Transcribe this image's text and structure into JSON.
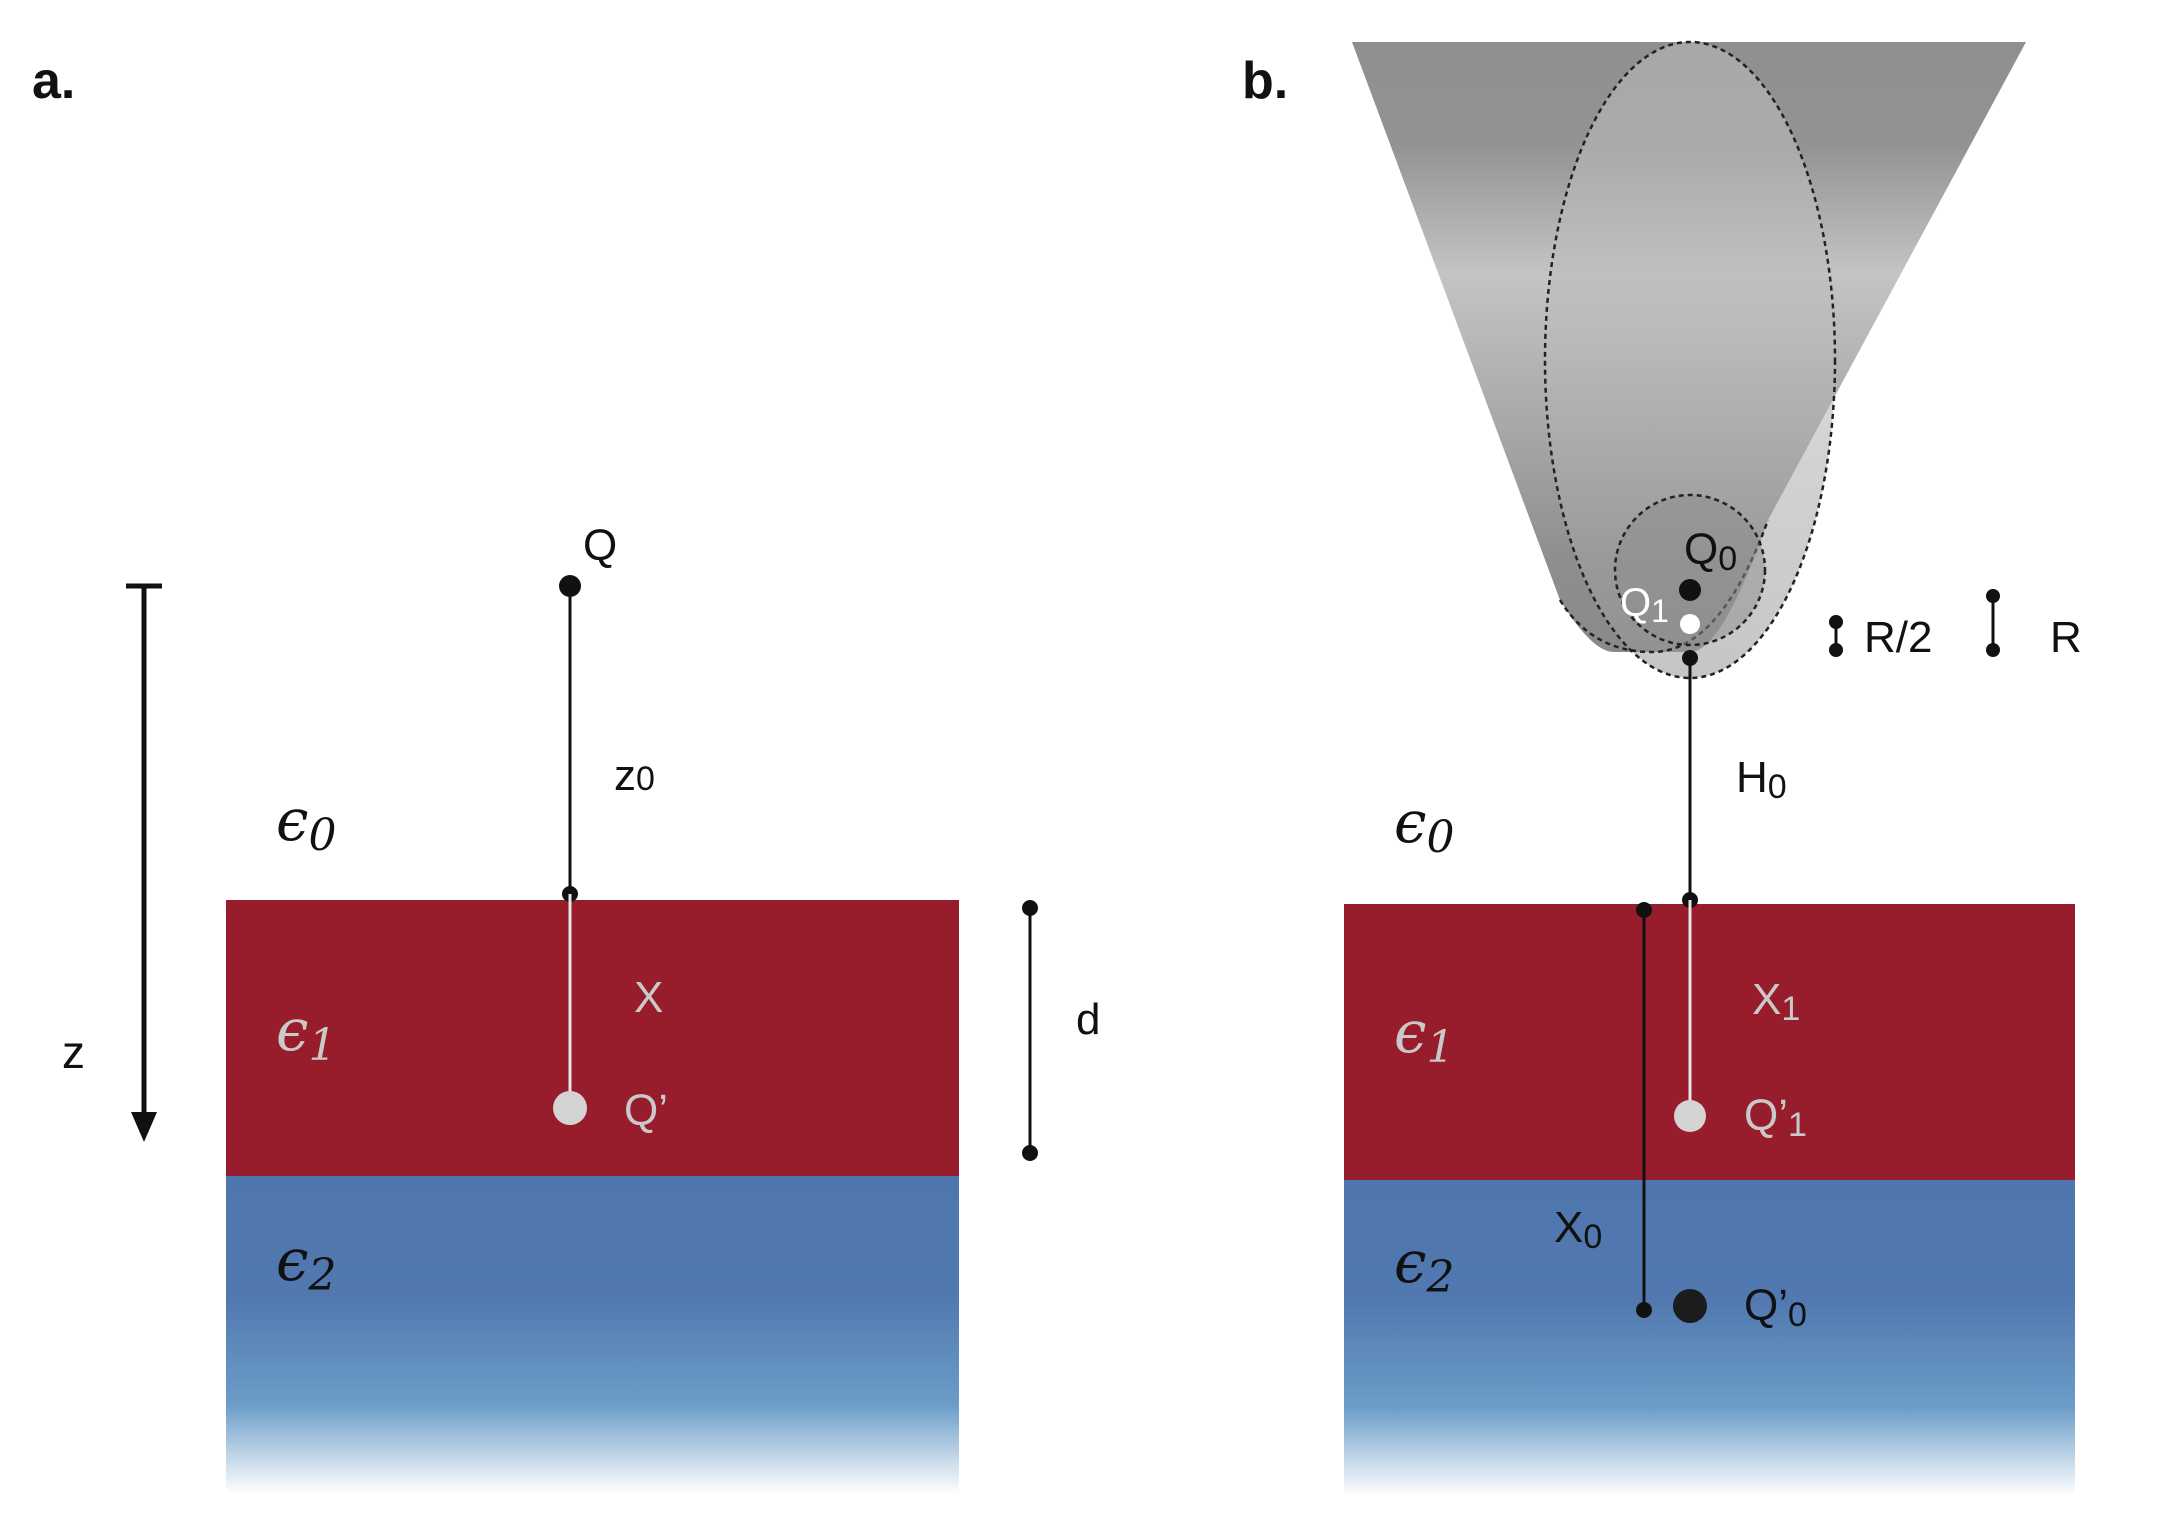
{
  "panel_a": {
    "label": "a.",
    "charge": "Q",
    "image_charge": "Q’",
    "distance_label": "z",
    "distance_sub": "0",
    "image_distance": "X",
    "thickness": "d",
    "axis_label": "z",
    "eps0": "ϵ",
    "eps0_sub": "0",
    "eps1": "ϵ",
    "eps1_sub": "1",
    "eps2": "ϵ",
    "eps2_sub": "2"
  },
  "panel_b": {
    "label": "b.",
    "charge0": "Q",
    "charge0_sub": "0",
    "charge1": "Q",
    "charge1_sub": "1",
    "scale_half": "R/2",
    "scale_full": "R",
    "height_label": "H",
    "height_sub": "0",
    "eps0": "ϵ",
    "eps0_sub": "0",
    "eps1": "ϵ",
    "eps1_sub": "1",
    "eps2": "ϵ",
    "eps2_sub": "2",
    "image_dist1": "X",
    "image_dist1_sub": "1",
    "image_charge1": "Q’",
    "image_charge1_sub": "1",
    "image_dist0": "X",
    "image_dist0_sub": "0",
    "image_charge0": "Q’",
    "image_charge0_sub": "0"
  },
  "colors": {
    "layer1": "#971d2d",
    "layer2": "#4f76ae",
    "layer2_fade": "#ffffff",
    "tip_dark": "#8f8f8f",
    "tip_light": "#c4c4c4",
    "ink": "#111111",
    "muted_text": "#c9c9c9"
  }
}
